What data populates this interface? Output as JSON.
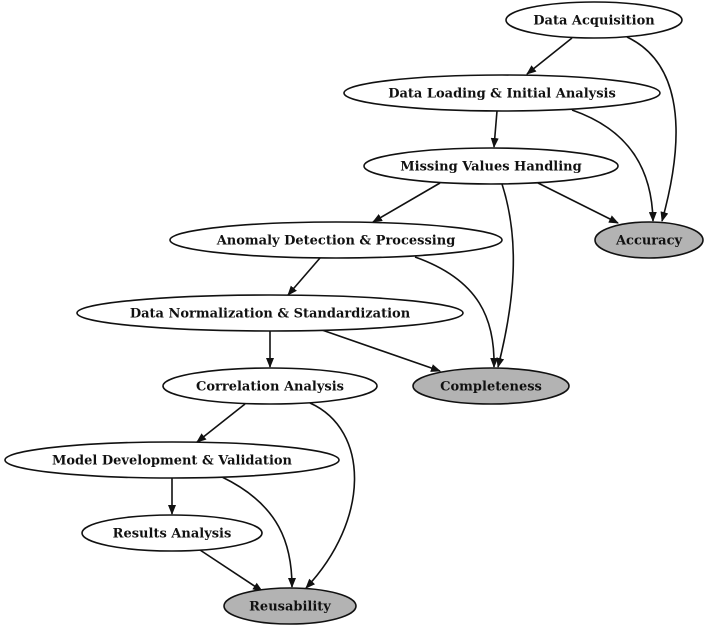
{
  "diagram": {
    "type": "directed-graph",
    "colors": {
      "node_fill": "#ffffff",
      "metric_fill": "#b3b3b3",
      "stroke": "#111111"
    },
    "nodes": [
      {
        "id": "acq",
        "label": "Data Acquisition",
        "kind": "step"
      },
      {
        "id": "load",
        "label": "Data Loading & Initial Analysis",
        "kind": "step"
      },
      {
        "id": "missing",
        "label": "Missing Values Handling",
        "kind": "step"
      },
      {
        "id": "accuracy",
        "label": "Accuracy",
        "kind": "metric"
      },
      {
        "id": "anomaly",
        "label": "Anomaly Detection & Processing",
        "kind": "step"
      },
      {
        "id": "norm",
        "label": "Data Normalization & Standardization",
        "kind": "step"
      },
      {
        "id": "corr",
        "label": "Correlation Analysis",
        "kind": "step"
      },
      {
        "id": "completeness",
        "label": "Completeness",
        "kind": "metric"
      },
      {
        "id": "model",
        "label": "Model Development & Validation",
        "kind": "step"
      },
      {
        "id": "results",
        "label": "Results Analysis",
        "kind": "step"
      },
      {
        "id": "reuse",
        "label": "Reusability",
        "kind": "metric"
      }
    ],
    "edges": [
      [
        "acq",
        "load"
      ],
      [
        "acq",
        "accuracy"
      ],
      [
        "load",
        "missing"
      ],
      [
        "load",
        "accuracy"
      ],
      [
        "missing",
        "anomaly"
      ],
      [
        "missing",
        "accuracy"
      ],
      [
        "missing",
        "completeness"
      ],
      [
        "anomaly",
        "norm"
      ],
      [
        "anomaly",
        "completeness"
      ],
      [
        "norm",
        "corr"
      ],
      [
        "norm",
        "completeness"
      ],
      [
        "corr",
        "model"
      ],
      [
        "corr",
        "reuse"
      ],
      [
        "model",
        "results"
      ],
      [
        "model",
        "reuse"
      ],
      [
        "results",
        "reuse"
      ]
    ]
  }
}
